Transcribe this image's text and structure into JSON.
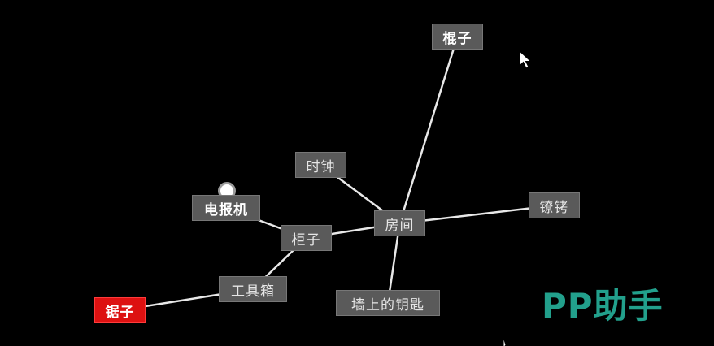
{
  "nodes": [
    {
      "id": "gunzi",
      "label": "棍子"
    },
    {
      "id": "shizhong",
      "label": "时钟"
    },
    {
      "id": "dianbaoji",
      "label": "电报机"
    },
    {
      "id": "guizi",
      "label": "柜子"
    },
    {
      "id": "fangjian",
      "label": "房间"
    },
    {
      "id": "liaokao",
      "label": "镣铐"
    },
    {
      "id": "gongjuxiang",
      "label": "工具箱"
    },
    {
      "id": "qiangshang",
      "label": "墙上的钥匙"
    },
    {
      "id": "juzi",
      "label": "锯子"
    }
  ],
  "edges": [
    [
      "juzi",
      "gongjuxiang"
    ],
    [
      "gongjuxiang",
      "guizi"
    ],
    [
      "dianbaoji",
      "guizi"
    ],
    [
      "guizi",
      "fangjian"
    ],
    [
      "shizhong",
      "fangjian"
    ],
    [
      "gunzi",
      "fangjian"
    ],
    [
      "fangjian",
      "liaokao"
    ],
    [
      "fangjian",
      "qiangshang"
    ]
  ],
  "selected_node": "juzi",
  "watermark": {
    "text": "PP助手"
  },
  "colors": {
    "background": "#000000",
    "node": "#5a5a5a",
    "selected": "#dd1111",
    "edge": "#e8e8e8",
    "watermark": "#22a08c"
  }
}
